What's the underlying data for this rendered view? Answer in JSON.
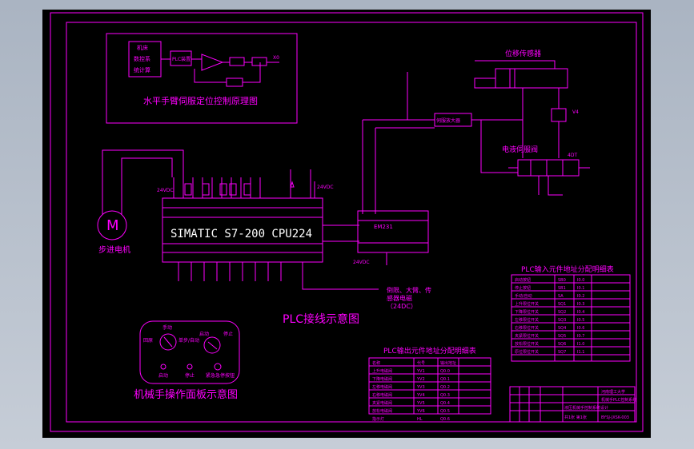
{
  "colors": {
    "line": "#ff00ff",
    "text_white": "#ffffff",
    "background": "#000000",
    "viewport": "#b7c0cd"
  },
  "servo_loop": {
    "title": "水平手臂伺服定位控制原理图",
    "blocks": {
      "host_left": "机床",
      "host_mid": "数控系",
      "host_bottom": "统计算",
      "plc": "PLC装置",
      "out": "X0"
    }
  },
  "plc": {
    "model_label": "SIMATIC  S7-200  CPU224",
    "supply_top": "24VDC",
    "supply_right": "24VDC",
    "motor_symbol": "M",
    "motor_label": "步进电机",
    "caption": "PLC接线示意图",
    "out_note_1": "倒限、大臂、传",
    "out_note_2": "感器电磁",
    "out_note_3": "（24DC）",
    "em_module": "EM231",
    "em_supply": "24VDC"
  },
  "sensors": {
    "displacement": "位移传感器",
    "amplifier": "伺服放大器",
    "valve": "电液伺服阀",
    "valve_code": "4DT",
    "v4": "V4"
  },
  "panel": {
    "title": "机械手操作面板示意图",
    "knob_left_top": "手动",
    "knob_left_l": "回原",
    "knob_left_r": "单步/自动",
    "knob_right_top": "启动",
    "knob_right_r": "停止",
    "btn_start": "启动",
    "btn_stop": "停止",
    "btn_emergency": "紧急急停按钮"
  },
  "input_table": {
    "title": "PLC输入元件地址分配明细表",
    "rows": [
      [
        "启动按钮",
        "SB0",
        "I0.0"
      ],
      [
        "停止按钮",
        "SB1",
        "I0.1"
      ],
      [
        "手动/自动",
        "SA",
        "I0.2"
      ],
      [
        "上升限位开关",
        "SQ1",
        "I0.3"
      ],
      [
        "下降限位开关",
        "SQ2",
        "I0.4"
      ],
      [
        "左移限位开关",
        "SQ3",
        "I0.5"
      ],
      [
        "右移限位开关",
        "SQ4",
        "I0.6"
      ],
      [
        "夹紧限位开关",
        "SQ5",
        "I0.7"
      ],
      [
        "放松限位开关",
        "SQ6",
        "I1.0"
      ],
      [
        "原位限位开关",
        "SQ7",
        "I1.1"
      ]
    ]
  },
  "output_table": {
    "title": "PLC输出元件地址分配明细表",
    "header": [
      "名称",
      "代号",
      "输出地址"
    ],
    "rows": [
      [
        "上升电磁阀",
        "YV1",
        "Q0.0"
      ],
      [
        "下降电磁阀",
        "YV2",
        "Q0.1"
      ],
      [
        "左移电磁阀",
        "YV3",
        "Q0.2"
      ],
      [
        "右移电磁阀",
        "YV4",
        "Q0.3"
      ],
      [
        "夹紧电磁阀",
        "YV5",
        "Q0.4"
      ],
      [
        "放松电磁阀",
        "YV6",
        "Q0.5"
      ],
      [
        "指示灯",
        "HL",
        "Q0.6"
      ]
    ]
  },
  "title_block": {
    "school": "河南理工大学",
    "drawing_title": "机械手PLC控制系统",
    "drawing_no": "BYSJ-JXSK-003",
    "sheet_info": "共1张 第1张",
    "design_title": "液压机械手控制系统设计"
  }
}
